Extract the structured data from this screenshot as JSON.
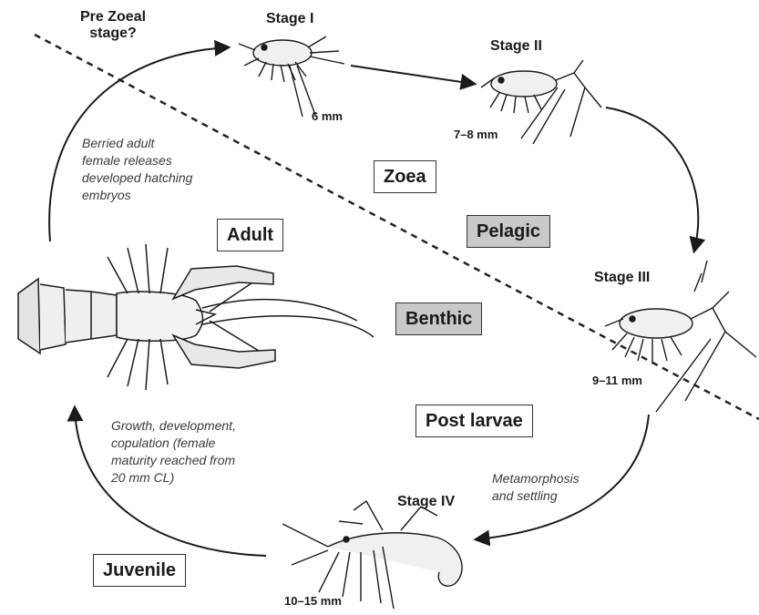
{
  "title_question": "Pre Zoeal\nstage?",
  "stages": {
    "stage1": {
      "label": "Stage I",
      "size": "6 mm"
    },
    "stage2": {
      "label": "Stage II",
      "size": "7–8 mm"
    },
    "stage3": {
      "label": "Stage III",
      "size": "9–11 mm"
    },
    "stage4": {
      "label": "Stage IV",
      "size": "10–15 mm"
    }
  },
  "boxes": {
    "zoea": "Zoea",
    "pelagic": "Pelagic",
    "adult": "Adult",
    "benthic": "Benthic",
    "post_larvae": "Post larvae",
    "juvenile": "Juvenile"
  },
  "notes": {
    "release": "Berried adult\nfemale releases\ndeveloped hatching\nembryos",
    "growth": "Growth, development,\ncopulation (female\nmaturity reached from\n20 mm CL)",
    "metamorphosis": "Metamorphosis\nand settling"
  },
  "colors": {
    "ink": "#1a1a1a",
    "grey_box": "#c9c9c9",
    "note_text": "#3a3a3a"
  }
}
